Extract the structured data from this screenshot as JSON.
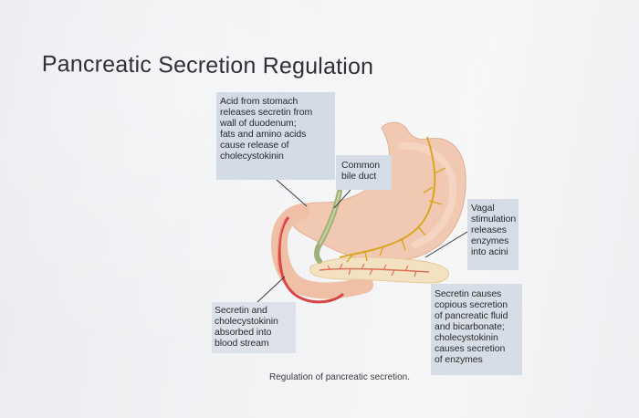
{
  "slide": {
    "title": "Pancreatic Secretion Regulation",
    "caption": "Regulation of pancreatic secretion."
  },
  "callouts": {
    "acid": "Acid from stomach\nreleases secretin from\nwall of duodenum;\nfats and amino acids\ncause release of\ncholecystokinin",
    "common_bile_duct": "Common\nbile duct",
    "vagal": "Vagal\nstimulation\nreleases\nenzymes\ninto acini",
    "secretin_absorbed": "Secretin and\ncholecystokinin\nabsorbed into\nblood stream",
    "secretin_causes": "Secretin causes\ncopious secretion\nof pancreatic fluid\nand bicarbonate;\ncholecystokinin\ncauses secretion\nof enzymes"
  },
  "colors": {
    "stomach": "#f0c6b0",
    "nerve": "#d9a520",
    "blood_vessel": "#d94a4a",
    "pancreas": "#f3e3c4",
    "callout_box": "#d3dbe6"
  }
}
